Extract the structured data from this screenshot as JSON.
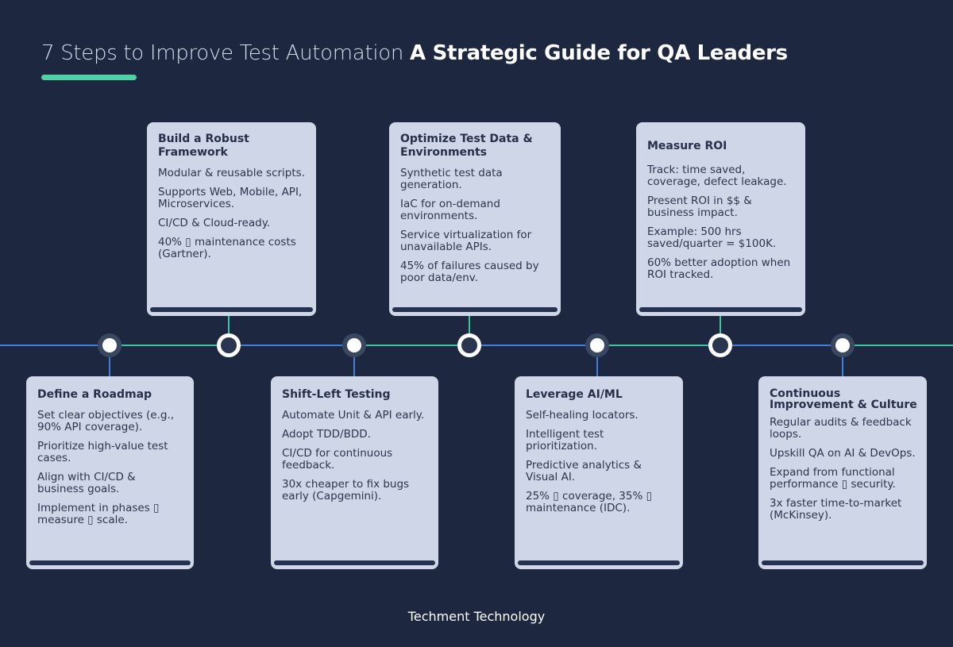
{
  "title": {
    "light": "7 Steps to Improve Test Automation",
    "bold": "A Strategic Guide for QA Leaders"
  },
  "colors": {
    "background": "#1e2740",
    "accent": "#4fd1a6",
    "card": "#ced6e7",
    "line_blue": "#3f7fd9",
    "line_green": "#3cc6a0"
  },
  "steps": [
    {
      "title": "Define a Roadmap",
      "points": [
        "Set clear objectives (e.g., 90% API coverage).",
        "Prioritize high-value test cases.",
        "Align with CI/CD & business goals.",
        "Implement in phases ▯ measure ▯ scale."
      ]
    },
    {
      "title": "Build a Robust Framework",
      "points": [
        "Modular & reusable scripts.",
        "Supports Web, Mobile, API, Microservices.",
        "CI/CD & Cloud-ready.",
        "40% ▯ maintenance costs (Gartner)."
      ]
    },
    {
      "title": "Shift-Left Testing",
      "points": [
        "Automate Unit & API early.",
        "Adopt TDD/BDD.",
        "CI/CD for continuous feedback.",
        "30x cheaper to fix bugs early (Capgemini)."
      ]
    },
    {
      "title": "Optimize Test Data & Environments",
      "points": [
        "Synthetic test data generation.",
        "IaC for on-demand environments.",
        "Service virtualization for unavailable APIs.",
        "45% of failures caused by poor data/env."
      ]
    },
    {
      "title": "Leverage AI/ML",
      "points": [
        "Self-healing locators.",
        "Intelligent test prioritization.",
        "Predictive analytics & Visual AI.",
        "25% ▯ coverage, 35% ▯ maintenance (IDC)."
      ]
    },
    {
      "title": "Measure ROI",
      "points": [
        "Track: time saved, coverage, defect leakage.",
        "Present ROI in $$ & business impact.",
        "Example: 500 hrs saved/quarter = $100K.",
        "60% better adoption when ROI tracked."
      ]
    },
    {
      "title": "Continuous Improvement & Culture",
      "points": [
        "Regular audits & feedback loops.",
        "Upskill QA on AI & DevOps.",
        "Expand from functional performance ▯ security.",
        "3x faster time-to-market (McKinsey)."
      ]
    }
  ],
  "footer": "Techment Technology"
}
